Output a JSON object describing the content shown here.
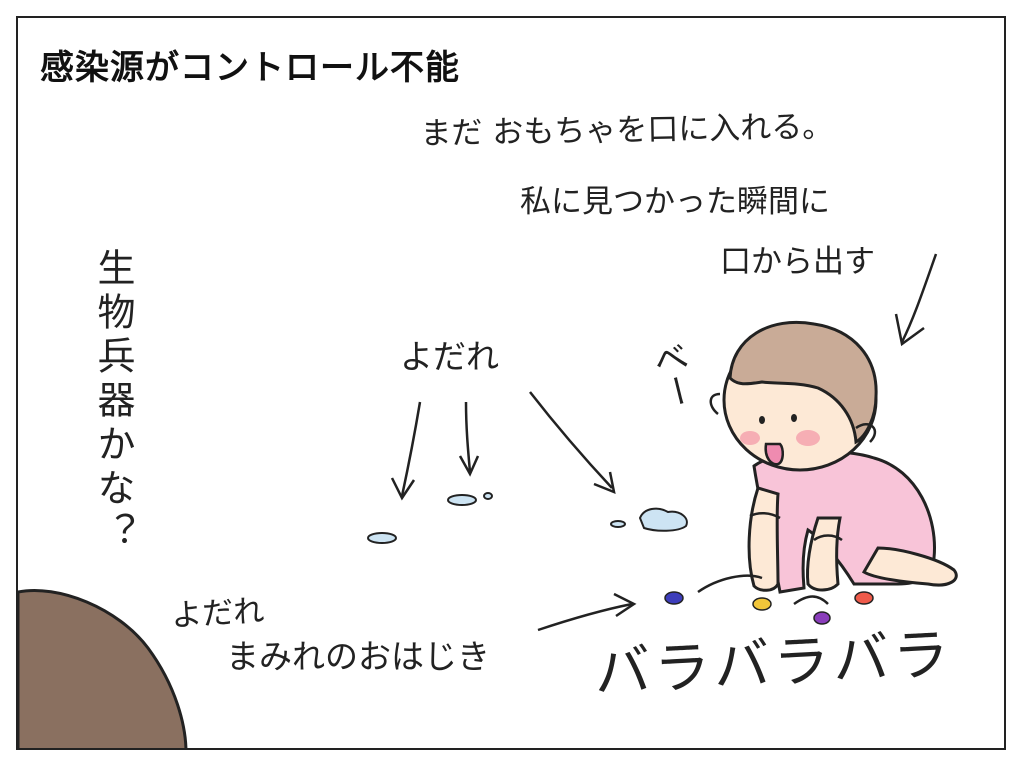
{
  "title": "感染源がコントロール不能",
  "caption": {
    "line1": "まだ おもちゃを口に入れる。",
    "line2": "私に見つかった瞬間に",
    "line3": "口から出す"
  },
  "side_note": "生物兵器かな？",
  "drool_label": "よだれ",
  "baby_sound": "べー",
  "ohajiki_label": {
    "line1": "よだれ",
    "line2": "まみれのおはじき"
  },
  "scatter_sound": "バラバラバラ",
  "colors": {
    "baby_skin": "#fde9d6",
    "baby_hair": "#c9ab97",
    "baby_dress": "#f8c4d8",
    "cheek": "#f4a3ae",
    "tongue": "#ef8bb0",
    "drool": "#cde4f3",
    "adult_head": "#8a7060",
    "ohajiki_blue": "#3d3dbb",
    "ohajiki_yellow": "#f2c63a",
    "ohajiki_purple": "#8a3dbb",
    "ohajiki_red": "#ee5a4a"
  }
}
